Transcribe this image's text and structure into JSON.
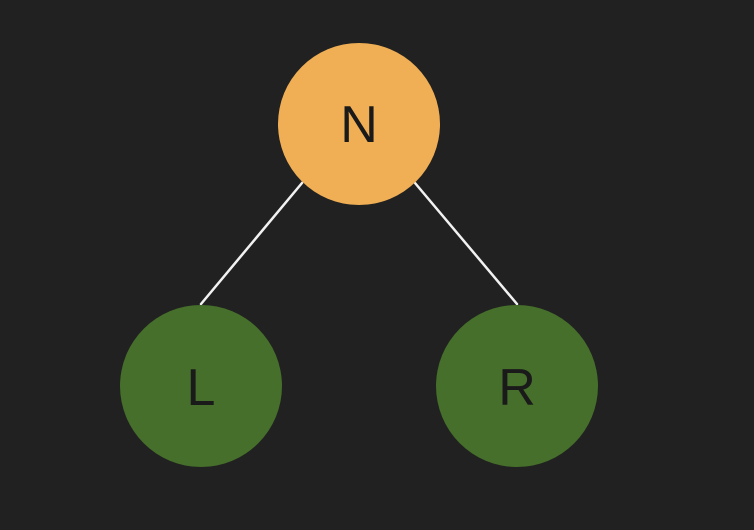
{
  "tree": {
    "nodes": [
      {
        "id": "root",
        "label": "N",
        "color": "#F0AF55"
      },
      {
        "id": "left",
        "label": "L",
        "color": "#456F2A"
      },
      {
        "id": "right",
        "label": "R",
        "color": "#456F2A"
      }
    ],
    "edges": [
      {
        "from": "root",
        "to": "left"
      },
      {
        "from": "root",
        "to": "right"
      }
    ],
    "background": "#212121",
    "edge_color": "#F2F2F2",
    "label_color": "#1A1A1A"
  }
}
